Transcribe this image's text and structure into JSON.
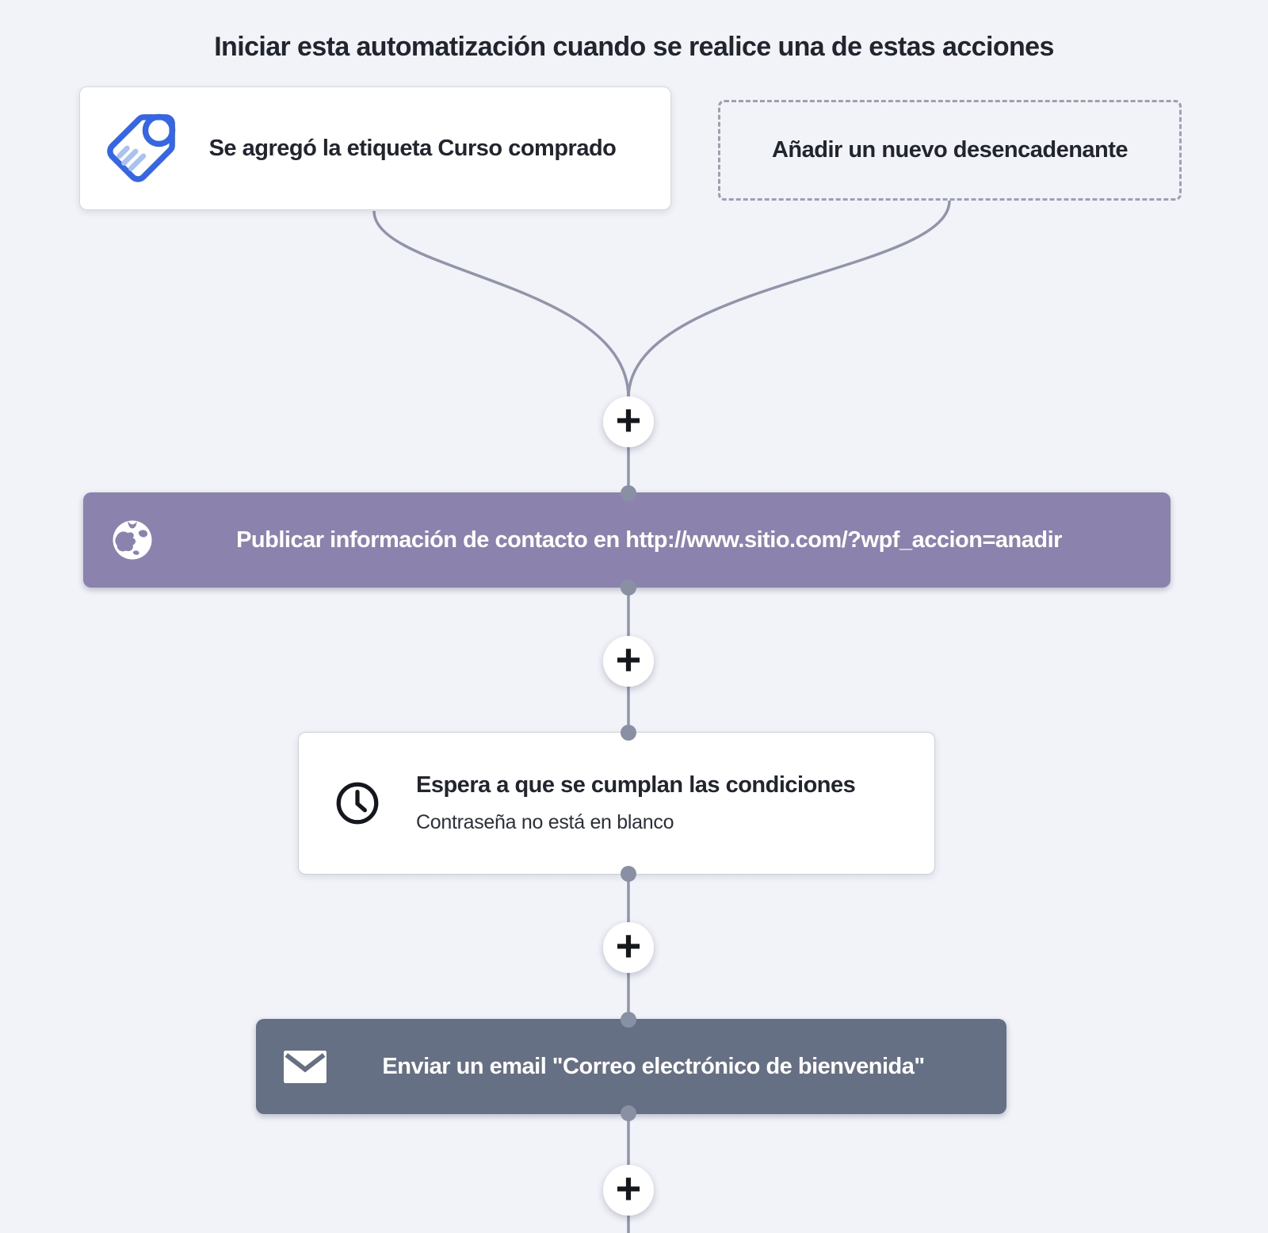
{
  "title": "Iniciar esta automatización cuando se realice una de estas acciones",
  "triggers": {
    "items": [
      {
        "label": "Se agregó la etiqueta Curso comprado",
        "icon": "tag-icon",
        "style": "solid"
      },
      {
        "label": "Añadir un nuevo desencadenante",
        "icon": "none",
        "style": "dashed"
      }
    ]
  },
  "steps": [
    {
      "id": "webhook",
      "label": "Publicar información de contacto en http://www.sitio.com/?wpf_accion=anadir",
      "icon": "globe-icon",
      "color": "#8b83ae"
    },
    {
      "id": "wait",
      "title": "Espera a que se cumplan las condiciones",
      "subtitle": "Contraseña no está en blanco",
      "icon": "clock-icon",
      "color": "#ffffff"
    },
    {
      "id": "email",
      "label": "Enviar un email \"Correo electrónico de bienvenida\"",
      "icon": "mail-icon",
      "color": "#667084"
    }
  ],
  "add_step": {
    "label": "+",
    "count": 4
  },
  "colors": {
    "background": "#f2f3f9",
    "webhook_purple": "#8b83ae",
    "email_slate": "#667084",
    "tag_blue": "#3566e6",
    "tag_blue_light": "#a9c2f2",
    "connector_line": "#9096a8",
    "connector_dot": "#8a90a3",
    "text_dark": "#21252e",
    "dashed_border": "#9aa1af"
  }
}
